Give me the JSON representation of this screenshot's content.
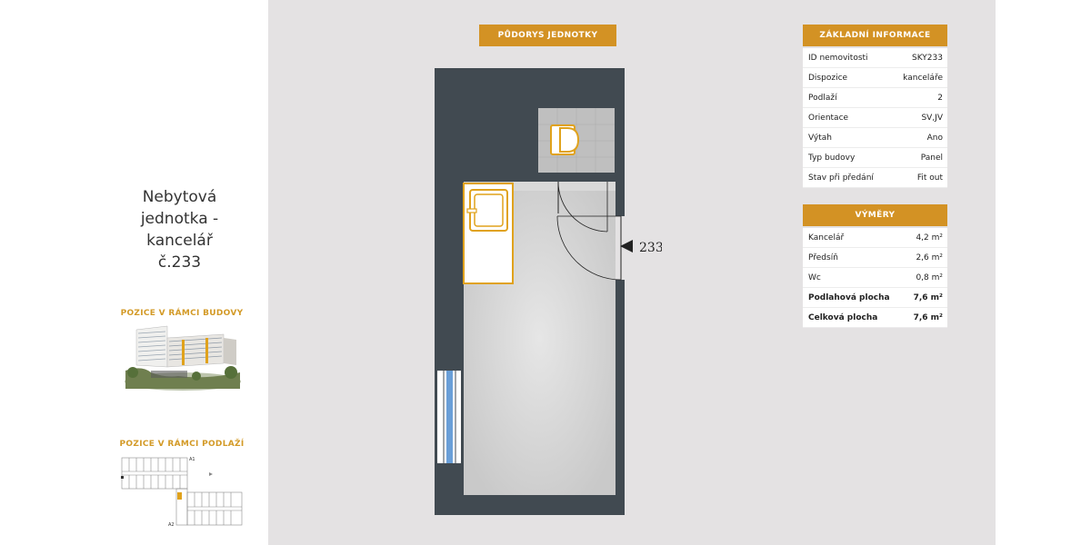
{
  "unit": {
    "title_lines": [
      "Nebytová",
      "jednotka -",
      "kancelář",
      "č.233"
    ]
  },
  "building_position": {
    "heading": "POZICE V RÁMCI BUDOVY"
  },
  "floor_position": {
    "heading": "POZICE V RÁMCI PODLAŽÍ",
    "label_a1": "A1",
    "label_a2": "A2"
  },
  "floorplan": {
    "heading": "PŮDORYS JEDNOTKY",
    "unit_label": "233",
    "colors": {
      "wall": "#414a51",
      "floor": "#d6d6d6",
      "accent": "#e0a21c",
      "window": "#6a9fd8"
    }
  },
  "basic_info": {
    "heading": "ZÁKLADNÍ INFORMACE",
    "rows": [
      {
        "label": "ID nemovitosti",
        "value": "SKY233"
      },
      {
        "label": "Dispozice",
        "value": "kanceláře"
      },
      {
        "label": "Podlaží",
        "value": "2"
      },
      {
        "label": "Orientace",
        "value": "SV,JV"
      },
      {
        "label": "Výtah",
        "value": "Ano"
      },
      {
        "label": "Typ budovy",
        "value": "Panel"
      },
      {
        "label": "Stav při předání",
        "value": "Fit out"
      }
    ]
  },
  "areas": {
    "heading": "VÝMĚRY",
    "rows": [
      {
        "label": "Kancelář",
        "value": "4,2 m²"
      },
      {
        "label": "Předsíň",
        "value": "2,6 m²"
      },
      {
        "label": "Wc",
        "value": "0,8 m²"
      },
      {
        "label": "Podlahová plocha",
        "value": "7,6 m²"
      },
      {
        "label": "Celková plocha",
        "value": "7,6 m²"
      }
    ]
  },
  "colors": {
    "accent": "#d39224",
    "background": "#e4e2e3"
  }
}
